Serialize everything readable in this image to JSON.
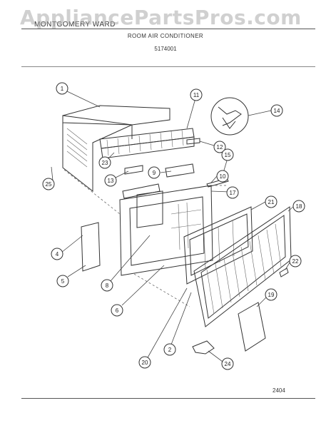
{
  "watermark": "AppliancePartsPros.com",
  "header": {
    "brand": "MONTGOMERY WARD",
    "title": "ROOM AIR CONDITIONER",
    "part_number": "5174001"
  },
  "footer": {
    "page_code": "2404"
  },
  "callouts": [
    {
      "id": "1",
      "label": "1"
    },
    {
      "id": "11",
      "label": "11"
    },
    {
      "id": "14",
      "label": "14"
    },
    {
      "id": "12",
      "label": "12"
    },
    {
      "id": "23",
      "label": "23"
    },
    {
      "id": "15",
      "label": "15"
    },
    {
      "id": "9",
      "label": "9"
    },
    {
      "id": "13",
      "label": "13"
    },
    {
      "id": "10",
      "label": "10"
    },
    {
      "id": "25",
      "label": "25"
    },
    {
      "id": "17",
      "label": "17"
    },
    {
      "id": "21",
      "label": "21"
    },
    {
      "id": "18",
      "label": "18"
    },
    {
      "id": "4",
      "label": "4"
    },
    {
      "id": "5",
      "label": "5"
    },
    {
      "id": "8",
      "label": "8"
    },
    {
      "id": "22",
      "label": "22"
    },
    {
      "id": "6",
      "label": "6"
    },
    {
      "id": "19",
      "label": "19"
    },
    {
      "id": "2",
      "label": "2"
    },
    {
      "id": "20",
      "label": "20"
    },
    {
      "id": "24",
      "label": "24"
    }
  ]
}
